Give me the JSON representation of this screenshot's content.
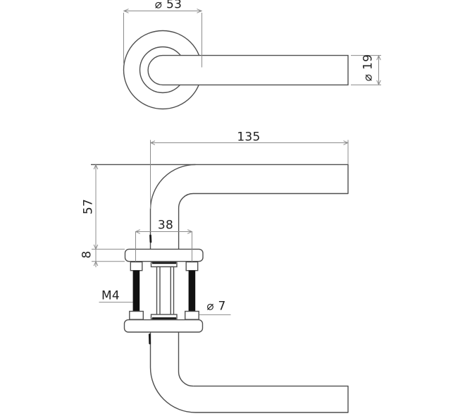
{
  "labels": {
    "rose_diameter": "⌀ 53",
    "grip_diameter": "⌀ 19",
    "lever_length": "135",
    "grip_height": "57",
    "hole_spacing": "38",
    "rose_thickness": "8",
    "screw_size": "M4",
    "hole_diameter": "⌀ 7"
  },
  "colors": {
    "background": "#ffffff",
    "object_line": "#4f4f4f",
    "dimension_line": "#8c8c8c",
    "text": "#222222",
    "screw_fill": "#111111"
  }
}
